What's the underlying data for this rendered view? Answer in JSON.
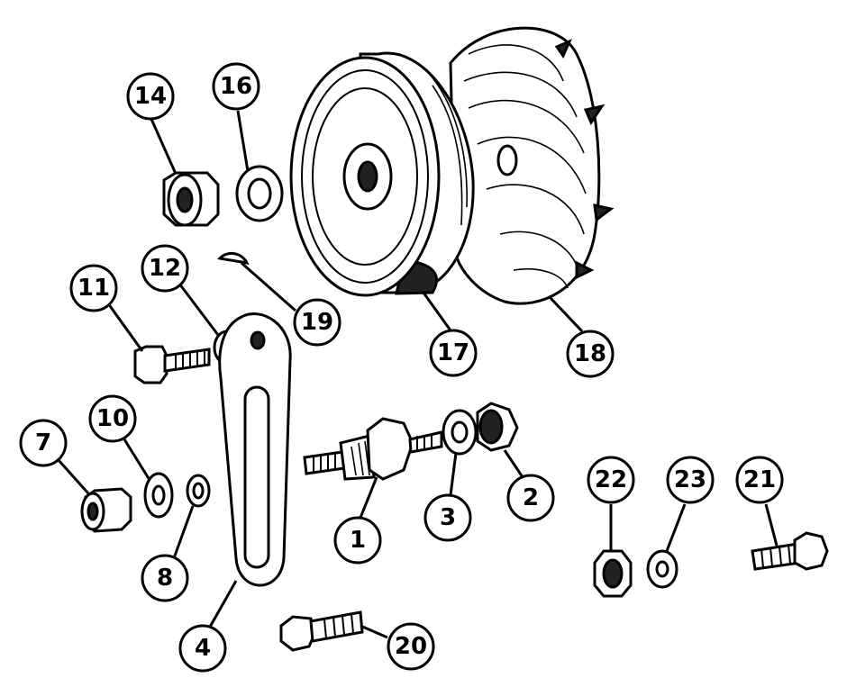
{
  "diagram": {
    "callouts": [
      "1",
      "2",
      "3",
      "4",
      "7",
      "8",
      "10",
      "11",
      "12",
      "14",
      "16",
      "17",
      "18",
      "19",
      "20",
      "21",
      "22",
      "23"
    ]
  },
  "colors": {
    "ink": "#000000",
    "paper": "#ffffff"
  }
}
